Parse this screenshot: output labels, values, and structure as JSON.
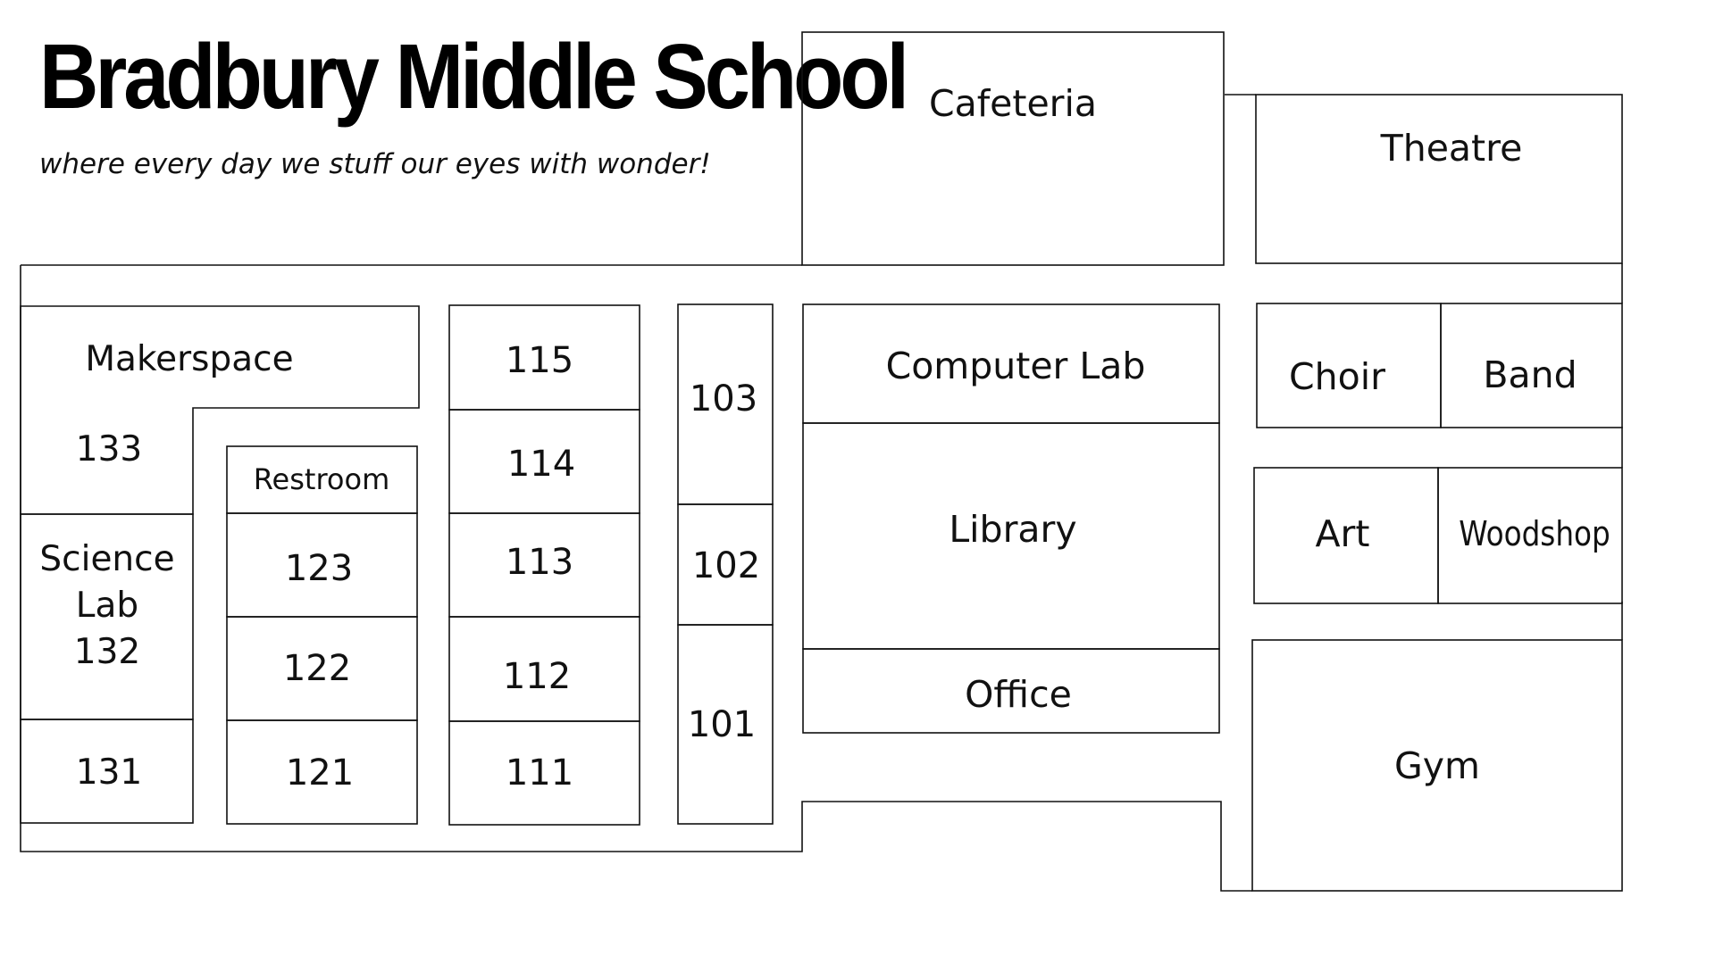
{
  "header": {
    "title": "Bradbury Middle School",
    "tagline": "where every day we stuff our eyes with wonder!"
  },
  "rooms": {
    "cafeteria": "Cafeteria",
    "theatre": "Theatre",
    "makerspace": "Makerspace",
    "r133": "133",
    "science_lab": [
      "Science",
      "Lab",
      "132"
    ],
    "r131": "131",
    "restroom": "Restroom",
    "r123": "123",
    "r122": "122",
    "r121": "121",
    "r115": "115",
    "r114": "114",
    "r113": "113",
    "r112": "112",
    "r111": "111",
    "r103": "103",
    "r102": "102",
    "r101": "101",
    "computer_lab": "Computer Lab",
    "library": "Library",
    "office": "Office",
    "choir": "Choir",
    "band": "Band",
    "art": "Art",
    "woodshop": "Woodshop",
    "gym": "Gym"
  },
  "colors": {
    "stroke": "#111111",
    "background": "#ffffff"
  }
}
